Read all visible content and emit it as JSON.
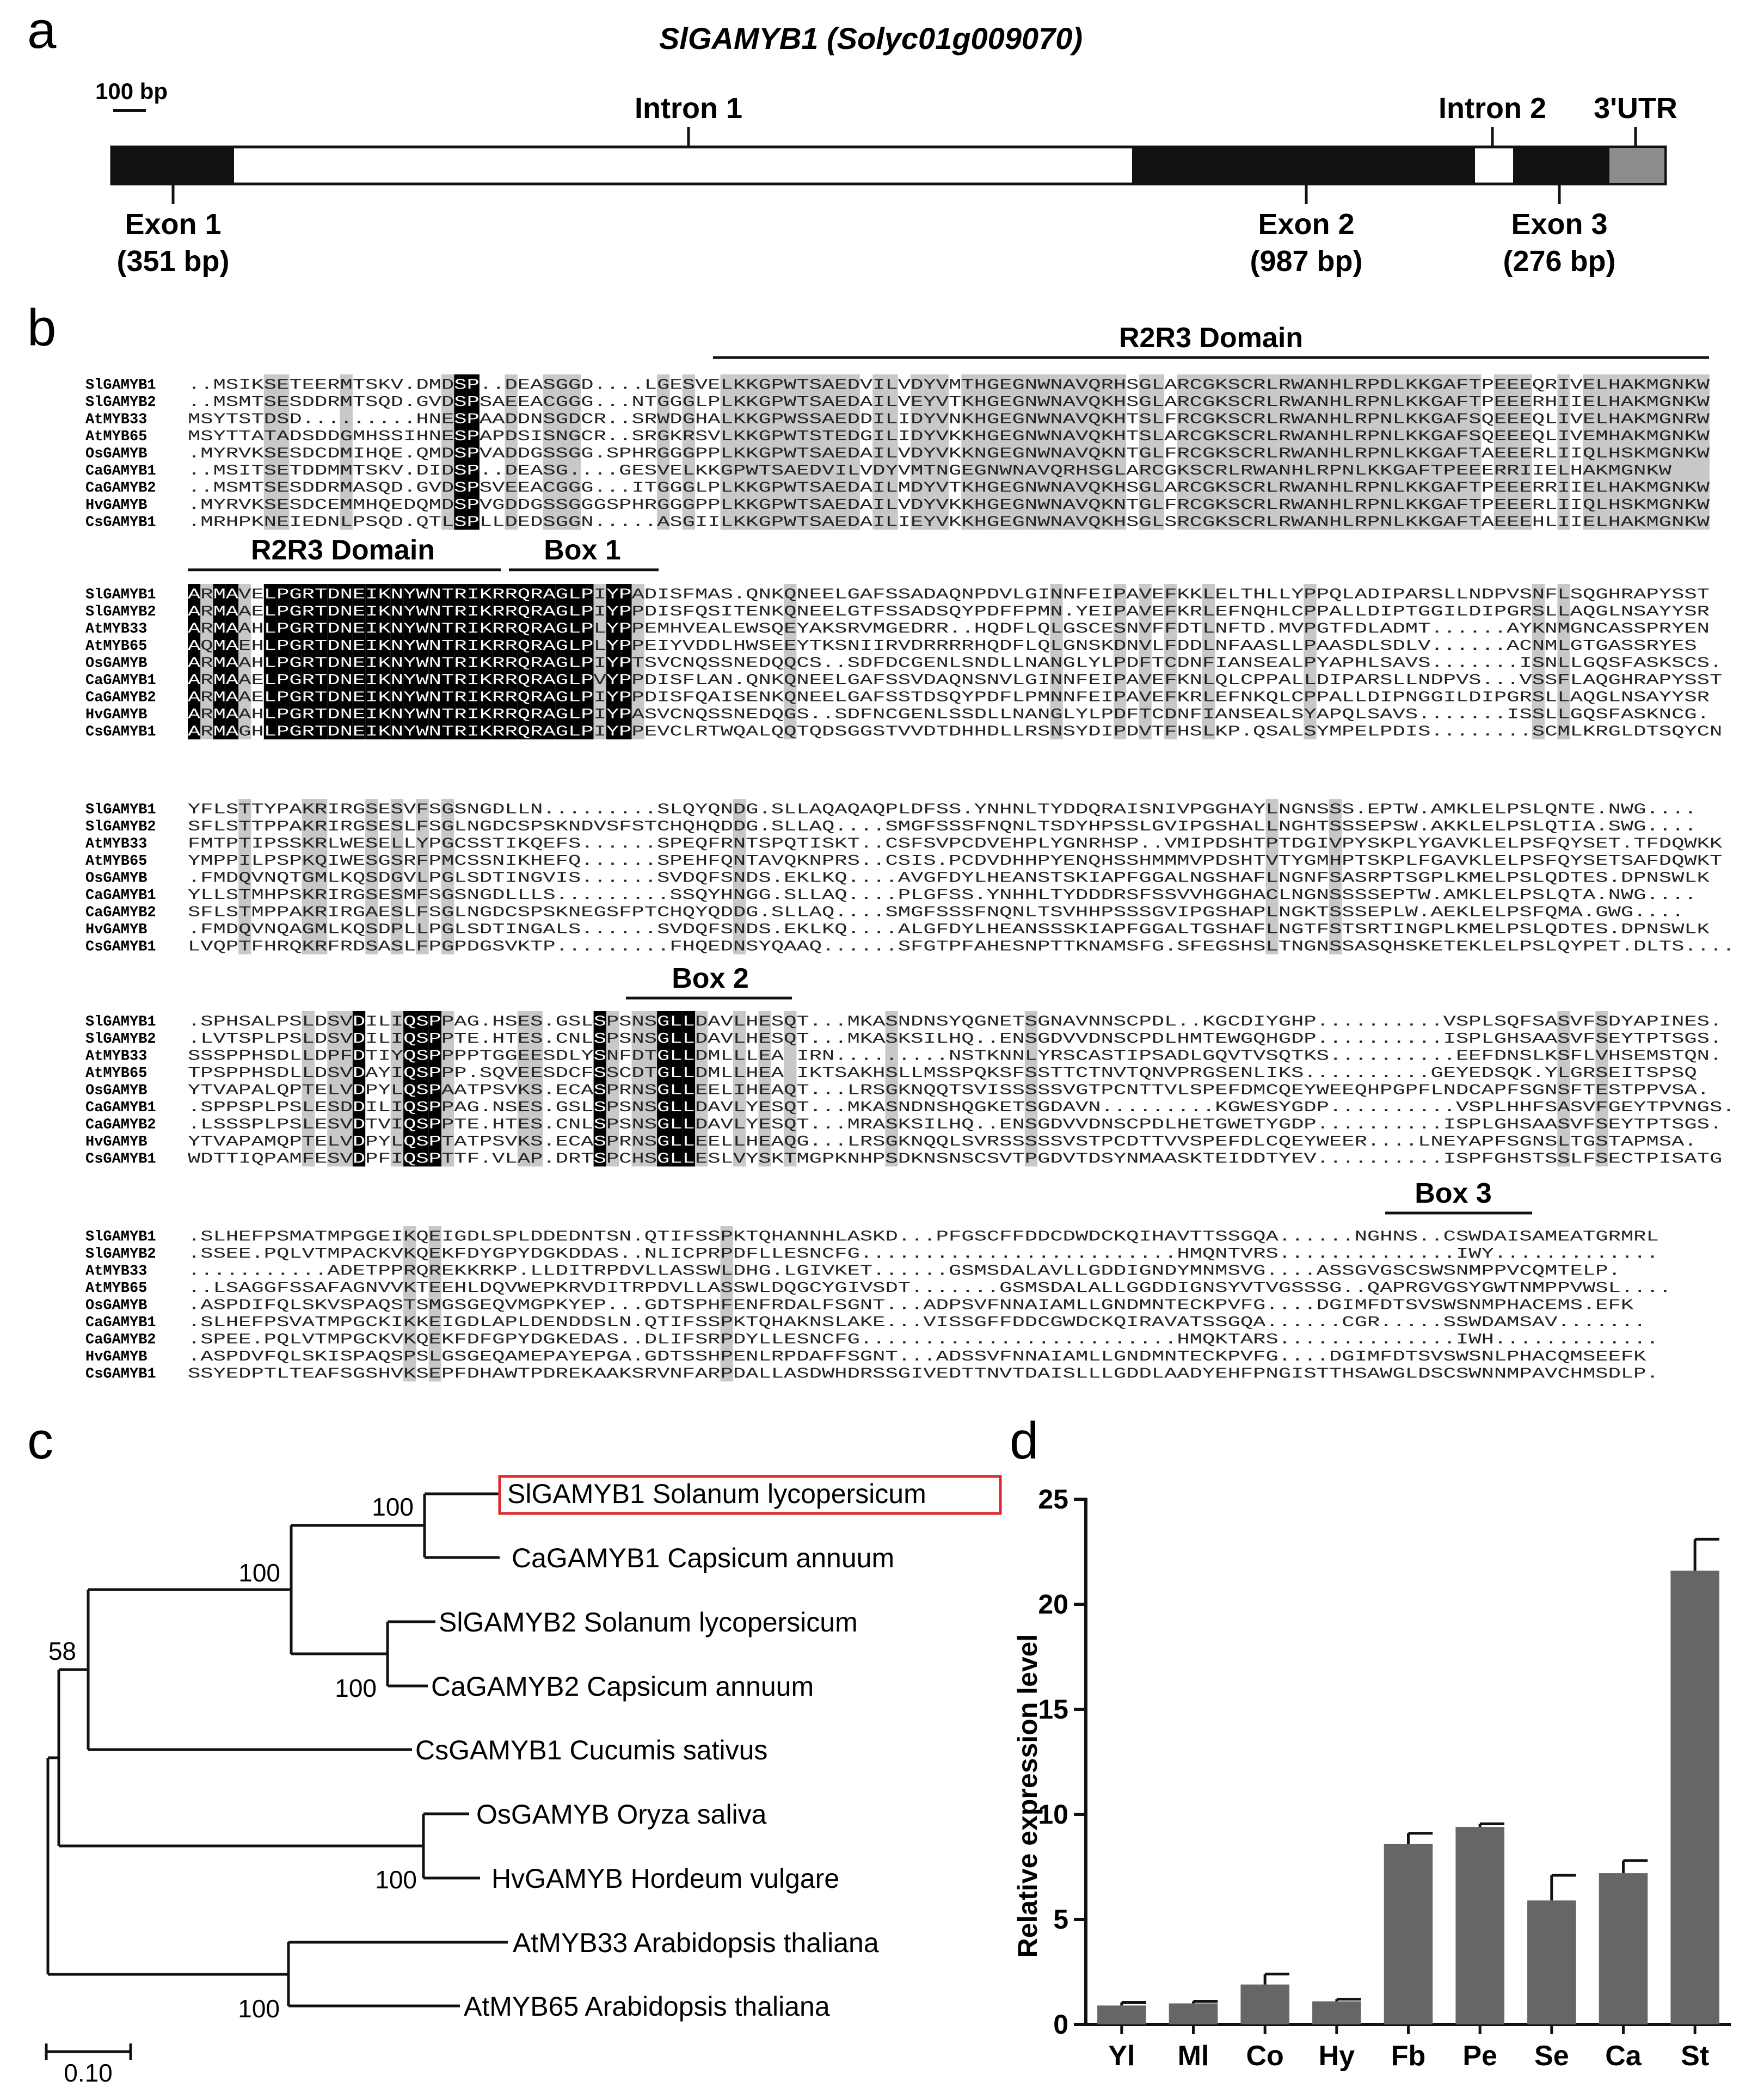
{
  "panels": {
    "a": {
      "letter": "a",
      "title_gene": "SlGAMYB1",
      "title_id": "(Solyc01g009070)",
      "scale_label": "100 bp",
      "labels_top": [
        "Intron 1",
        "Intron 2",
        "3'UTR"
      ],
      "labels_bottom": [
        {
          "name": "Exon 1",
          "size": "(351 bp)"
        },
        {
          "name": "Exon 2",
          "size": "(987 bp)"
        },
        {
          "name": "Exon 3",
          "size": "(276 bp)"
        }
      ]
    },
    "b": {
      "letter": "b",
      "domain_labels": [
        "R2R3 Domain",
        "R2R3 Domain",
        "Box 1",
        "Box 2",
        "Box 3"
      ],
      "species": [
        "SlGAMYB1",
        "SlGAMYB2",
        "AtMYB33",
        "AtMYB65",
        "OsGAMYB",
        "CaGAMYB1",
        "CaGAMYB2",
        "HvGAMYB",
        "CsGAMYB1"
      ],
      "blocks": [
        [
          "..MSIKSETEERMTSKV.DMDSP..DEASGGD....LGESVELKKGPWTSAEDVILVDYVMTHGEGNWNAVQRHSGLARCGKSCRLRWANHLRPDLKKGAFTPEEEQRIVELHAKMGNKW",
          "..MSMTSESDDRMTSQD.GVDSPSAEEACGGG...NTGGGLPLKKGPWTSAEDAILVEYVTKHGEGNWNAVQKHSGLARCGKSCRLRWANHLRPNLKKGAFTPEEERHIIELHAKMGNKW",
          "MSYTSTDSD.........HNESPAADDNSGDCR..SRWDGHALKKGPWSSAEDDILIDYVNKHGEGNWNAVQKHTSLFRCGKSCRLRWANHLRPNLKKGAFSQEEEQLIVELHAKMGNRW",
          "MSYTTATADSDDGMHSSIHNESPAPDSISNGCR..SRGKRSVLKKGPWTSTEDGILIDYVKKHGEGNWNAVQKHTSLARCGKSCRLRWANHLRPNLKKGAFSQEEEQLIVEMHAKMGNKW",
          ".MYRVKSESDCDMIHQE.QMDSPVADDGSSGG.SPHRGGGPPLKKGPWTSAEDAILVDYVKKNGEGNWNAVQKNTGLFRCGKSCRLRWANHLRPNLKKGAFTAEEERLIIQLHSKMGNKW",
          "..MSITSETDDMMTSKV.DIDSP..DEASG....GESVELKKGPWTSAEDVILVDYVMTNGEGNWNAVQRHSGLARCGKSCRLRWANHLRPNLKKGAFTPEEERRIIELHAKMGNKW",
          "..MSMTSESDDRMASQD.GVDSPSVEEACGGG...ITGGGLPLKKGPWTSAEDAILMDYVTKHGEGNWNAVQKHSGLARCGKSCRLRWANHLRPNLKKGAFTPEEERRIIELHAKMGNKW",
          ".MYRVKSESDCEMMHQEDQMDSPVGDDGSSGGGSPHRGGGPPLKKGPWTSAEDAILVDYVKKHGEGNWNAVQKNTGLFRCGKSCRLRWANHLRPNLKKGAFTPEEERLIIQLHSKMGNKW",
          ".MRHPKNEIEDNLPSQD.QTLSPLLDEDSGGN.....ASGIILKKGPWTSAEDAILIEYVKKHGEGNWNAVQKHSGLSRCGKSCRLRWANHLRPNLKKGAFTAEEEHLIIELHAKMGNKW"
        ],
        [
          "ARMAVELPGRTDNEIKNYWNTRIKRRQRAGLPIYPADISFMAS.QNKQNEELGAFSSADAQNPDVLGINNFEIPAVEFKKLELTHLLYPPQLADIPARSLLNDPVSNFLSQGHRAPYSST",
          "ARMAAELPGRTDNEIKNYWNTRIKRRQRAGLPIYPPDISFQSITENKQNEELGTFSSADSQYPDFFPMN.YEIPAVEFKRLEFNQHLCPPALLDIPTGGILDIPGRSLLAQGLNSAYYSR",
          "ARMAAHLPGRTDNEIKNYWNTRIKRRQRAGLPLYPPEMHVEALEWSQEYAKSRVMGEDRR..HQDFLQLGSCESNVFFDTLNFTD.MVPGTFDLADMT......AYKNMGNCASSPRYEN",
          "AQMAEHLPGRTDNEIKNYWNTRIKRRQRAGLPLYPPEIYVDDLHWSEEYTKSNIIRVDRRRRHQDFLQLGNSKDNVLFDDLNFAASLLPAASDLSDLV......ACNMLGTGASSRYES",
          "ARMAAHLPGRTDNEIKNYWNTRIKRRQRAGLPIYPTSVCNQSSNEDQQCS..SDFDCGENLSNDLLNANGLYLPDFTCDNFIANSEALPYAPHLSAVS.......ISNLLGQSFASKSCS.",
          "ARMAAELPGRTDNEIKNYWNTRIKRRQRAGLPVYPPDISFLAN.QNKQNEELGAFSSVDAQNSNVLGINNFEIPAVEFKNLQLCPPALLDIPARSLLNDPVS...VSSFLAQGHRAPYSST",
          "ARMAAELPGRTDNEIKNYWNTRIKRRQRAGLPIYPPDISFQAISENKQNEELGAFSSTDSQYPDFLPMNNFEIPAVEFKRLEFNKQLCPPALLDIPNGGILDIPGRSLLAQGLNSAYYSR",
          "ARMAAHLPGRTDNEIKNYWNTRIKRRQRAGLPIYPASVCNQSSNEDQGS..SDFNCGENLSSDLLNANGLYLPDFTCDNFIANSEALSYAPQLSAVS.......ISSLLGQSFASKNCG.",
          "ARMAGHLPGRTDNEIKNYWNTRIKRRQRAGLPIYPPEVCLRTWQALQQTQDSGGSTVVDTDHHDLLRSNSYDIPDVTFHSLKP.QSALSYMPELPDIS........SCMLKRGLDTSQYCN"
        ],
        [
          "YFLSTTYPAKRIRGSESVFSGSNGDLLN.........SLQYQNDG.SLLAQAQAQPLDFSS.YNHNLTYDDQRAISNIVPGGHAYLNGNSSS.EPTW.AMKLELPSLQNTE.NWG....",
          "SFLSTTPPAKRIRGSESLFSGLNGDCSPSKNDVSFSTCHQHQDDG.SLLAQ....SMGFSSSFNQNLTSDYHPSSLGVIPGSHALLNGHTSSSEPSW.AKKLELPSLQTIA.SWG....",
          "FMTPTIPSSKRLWESELLYPGCSSTIKQEFS......SPEQFRNTSPQTISKT..CSFSVPCDVEHPLYGNRHSP..VMIPDSHTPTDGIVPYSKPLYGAVKLELPSFQYSET.TFDQWKK",
          "YMPPILPSPKQIWESGSRFPMCSSNIKHEFQ......SPEHFQNTAVQKNPRS..CSIS.PCDVDHHPYENQHSSHMMMVPDSHTVTYGMHPTSKPLFGAVKLELPSFQYSETSAFDQWKT",
          ".FMDQVNQTGMLKQSDGVLPGLSDTINGVIS......SVDQFSNDS.EKLKQ....AVGFDYLHEANSTSKIAPFGGALNGSHAFLNGNFSASRPTSGPLKMELPSLQDTES.DPNSWLK",
          "YLLSTMHPSKRIRGSESMFSGSNGDLLLS.........SSQYHNGG.SLLAQ....PLGFSS.YNHHLTYDDDRSFSSVVHGGHACLNGNSSSSEPTW.AMKLELPSLQTA.NWG....",
          "SFLSTMPPAKRIRGAESLFSGLNGDCSPSKNEGSFPTCHQYQDDG.SLLAQ....SMGFSSSFNQNLTSVHHPSSSGVIPGSHAPLNGKTSSSEPLW.AEKLELPSFQMA.GWG....",
          ".FMDQVNQAGMLKQSDPLLPGLSDTINGALS......SVDQFSNDS.EKLKQ....ALGFDYLHEANSSSKIAPFGGALTGSHAFLNGTFSTSRTINGPLKMELPSLQDTES.DPNSWLK",
          "LVQPTFHRQKRFRDSASLFPGPDGSVKTP.........FHQEDNSYQAAQ......SFGTPFAHESNPTTKNAMSFG.SFEGSHSLTNGNSSASQHSKETEKLELPSLQYPET.DLTS...."
        ],
        [
          ".SPHSALPSLDSVDILIQSPPAG.HSES.GSLSPSNSGLLDAVLHESQT...MKASNDNSYQGNETSGNAVNNSCPDL..KGCDIYGHP..........VSPLSQFSASVFSDYAPINES.",
          ".LVTSPLPSLDSVDILIQSPPTE.HTES.CNLSPSNSGLLDAVLHESQT...MKASKSILHQ..ENSGDVVDNSCPDLHMTEWGQHGDP..........ISPLGHSAASVFSEYTPTSGS.",
          "SSSPPHSDLLDPFDTIYQSPPPPTGGEESDLYSNFDTGLLDMLLLEA IRN.........NSTKNNLYRSCASTIPSADLGQVTVSQTKS..........EEFDNSLKSFLVHSEMSTQN.",
          "TPSPPHSDLLDSVDAYIQSPPP.SQVEESDCFSSCDTGLLDMLLHEA IKTSAKHSLLMSSPQKSFSSTTCTNVTQNVPRGSENLIKS..........GEYEDSQK.YLGRSEITSPSQ",
          "YTVAPALQPTELVDPYLQSPAATPSVKS.ECASPRNSGLLEELIHEAQT...LRSGKNQQTSVISSSSSVGTPCNTTVLSPEFDMCQEYWEEQHPGPFLNDCAPFSGNSFTESTPPVSA.",
          ".SPPSPLPSLESDDILIQSPPAG.NSES.GSLSPSNSGLLDAVLYESQT...MKASNDNSHQGKETSGDAVN.........KGWESYGDP..........VSPLHHFSASVFGEYTPVNGS.",
          ".LSSSPLPSLESVDTVIQSPPTE.HTES.CNLSPSNSGLLDAVLYESQT...MRASKSILHQ..ENSGDVVDNSCPDLHETGWETYGDP..........ISPLGHSAASVFSEYTPTSGS.",
          "YTVAPAMQPTELVDPYLQSPTATPSVKS.ECASPRNSGLLEELLHEAQG...LRSGKNQQLSVRSSSSSVSTPCDTTVVSPEFDLCQEYWEER....LNEYAPFSGNSLTGSTAPMSA.",
          "WDTTIQPAMFESVDPFIQSPTTF.VLAP.DRTSPCHSGLLESLVYSKTMGPKNHPSDKNSNSCSVTPGDVTDSYNMAASKTEIDDTYEV..........ISPFGHSTSSLFSECTPISATG"
        ],
        [
          ".SLHEFPSMATMPGGEIKQEIGDLSPLDDEDNTSN.QTIFSSPKTQHANNHLASKD...PFGSCFFDDCDWDCKQIHAVTTSSGQA......NGHNS..CSWDAISAMEATGRMRL",
          ".SSEE.PQLVTMPACKVKQEKFDYGPYDGKDDAS..NLICPRPDFLLESNCFG.........................HMQNTVRS..............IWY.............",
          "...........ADETPPRQREKKRKP.LLDITRPDVLLASSWLDHG.LGIVKET......GSMSDALAVLLGDDIGNDYMNMSVG....ASSGVGSCSWSNMPPVCQMTELP.",
          "..LSAGGFSSAFAGNVVKTEEHLDQVWEPKRVDITRPDVLLASSWLDQGCYGIVSDT.......GSMSDALALLGGDDIGNSYVTVGSSSG..QAPRGVGSYGWTNMPPVWSL....",
          ".ASPDIFQLSKVSPAQSTSMGSGEQVMGPKYEP...GDTSPHFENFRDALFSGNT...ADPSVFNNAIAMLLGNDMNTECKPVFG....DGIMFDTSVSWSNMPHACEMS.EFK",
          ".SLHEFPSVATMPGCKIKKEIGDLAPLDENDDSLN.QTIFSSPKTQHAKNSLAKE...VISSGFFDDCGWDCKQIRAVATSSGQA......CGR.....SSWDAMSAV.......",
          ".SPEE.PQLVTMPGCKVKQEKFDFGPYDGKEDAS..DLIFSRPDYLLESNCFG.........................HMQKTARS..............IWH.............",
          ".ASPDVFQLSKISPAQSPSLGSGEQAMEPAYEPGA.GDTSSHPENLRPDAFFSGNT...ADSSVFNNAIAMLLGNDMNTECKPVFG....DGIMFDTSVSWSNLPHACQMSEEFK",
          "SSYEDPTLTEAFSGSHVKSEPFDHAWTPDREKAAKSRVNFARPDALLASDWHDRSSGIVEDTTNVTDAISLLLGDDLAADYEHFPNGISTTHSAWGLDSCSWNNMPAVCHMSDLP."
        ]
      ]
    },
    "c": {
      "letter": "c",
      "leaves": [
        {
          "id": "SlGAMYB1",
          "species": "Solanum lycopersicum"
        },
        {
          "id": "CaGAMYB1",
          "species": "Capsicum annuum"
        },
        {
          "id": "SlGAMYB2",
          "species": "Solanum lycopersicum"
        },
        {
          "id": "CaGAMYB2",
          "species": "Capsicum annuum"
        },
        {
          "id": "CsGAMYB1",
          "species": "Cucumis sativus"
        },
        {
          "id": "OsGAMYB",
          "species": "Oryza saliva"
        },
        {
          "id": "HvGAMYB",
          "species": "Hordeum vulgare"
        },
        {
          "id": "AtMYB33",
          "species": "Arabidopsis thaliana"
        },
        {
          "id": "AtMYB65",
          "species": "Arabidopsis thaliana"
        }
      ],
      "bootstrap": [
        "100",
        "100",
        "100",
        "58",
        "100",
        "100"
      ],
      "scale_label": "0.10",
      "highlight_color": "#e0282e"
    },
    "d": {
      "letter": "d"
    }
  },
  "chart_data": {
    "type": "bar",
    "categories": [
      "Yl",
      "Ml",
      "Co",
      "Hy",
      "Fb",
      "Pe",
      "Se",
      "Ca",
      "St"
    ],
    "values": [
      0.9,
      1.0,
      1.9,
      1.1,
      8.6,
      9.4,
      5.9,
      7.2,
      21.6
    ],
    "errors": [
      0.15,
      0.1,
      0.5,
      0.1,
      0.5,
      0.15,
      1.2,
      0.6,
      1.5
    ],
    "title": "",
    "xlabel": "",
    "ylabel": "Relative expression level",
    "ylim": [
      0,
      25
    ],
    "yticks": [
      "0",
      "5",
      "10",
      "15",
      "20",
      "25"
    ],
    "bar_color": "#666666",
    "grid": false
  }
}
